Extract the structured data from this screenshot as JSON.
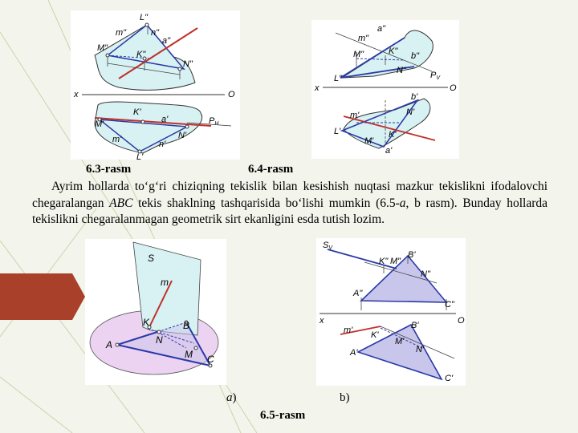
{
  "captions": {
    "fig_6_3": "6.3-rasm",
    "fig_6_4": "6.4-rasm",
    "fig_6_5": "6.5-rasm",
    "sub_a_letter": "a",
    "sub_a_paren": ")",
    "sub_b": "b)"
  },
  "paragraph": {
    "part1": "Ayrim hollarda to‘g‘ri chiziqning tekislik bilan kesishish nuqtasi mazkur tekislikni ifodalovchi chegaralangan ",
    "abc": "ABC",
    "part2": " tekis shaklning tashqarisida bo‘lishi mumkin (6.5-",
    "a": "a",
    "part3": ", b rasm). Bunday hollarda tekislikni chegaralanmagan geometrik sirt ekanligini esda tutish lozim."
  },
  "fig_6_3_labels": {
    "L2": "L\"",
    "m2": "m\"",
    "n2": "n\"",
    "M2": "M\"",
    "K2": "K\"",
    "a2": "a\"",
    "N2": "N\"",
    "x": "x",
    "O": "O",
    "K1": "K'",
    "M1": "M'",
    "a1": "a'",
    "N1": "N'",
    "PH": "PH",
    "m1": "m'",
    "n1": "n'",
    "L1": "L'"
  },
  "fig_6_4_labels": {
    "a2": "a\"",
    "m2": "m\"",
    "M2": "M\"",
    "K2": "K\"",
    "b2": "b\"",
    "N2": "N\"",
    "PV": "PV",
    "L2": "L\"",
    "x": "x",
    "O": "O",
    "b1": "b'",
    "m1": "m'",
    "N1": "N'",
    "L1": "L'",
    "K1": "K'",
    "M1": "M'",
    "a1": "a'"
  },
  "fig_6_5a_labels": {
    "S": "S",
    "m": "m",
    "K": "K",
    "B": "B",
    "N": "N",
    "A": "A",
    "M": "M",
    "C": "C"
  },
  "fig_6_5b_labels": {
    "SV": "SV",
    "K2": "K\"",
    "M2": "M\"",
    "B2": "B'",
    "N2": "N\"",
    "A2": "A\"",
    "C2": "C\"",
    "x": "x",
    "O": "O",
    "m1": "m'",
    "B1": "B'",
    "K1": "K'",
    "M1": "M'",
    "A1": "A'",
    "N1": "N'",
    "C1": "C'"
  },
  "colors": {
    "background": "#f3f5ec",
    "decor_line": "#b9c79a",
    "tab": "#a8402a",
    "plane_fill": "#d8f1f3",
    "line_red": "#c0302a",
    "line_blue": "#2a3aa8",
    "ellipse_fill": "#ecd3f1",
    "triangle_fill": "#c9c6ec"
  }
}
